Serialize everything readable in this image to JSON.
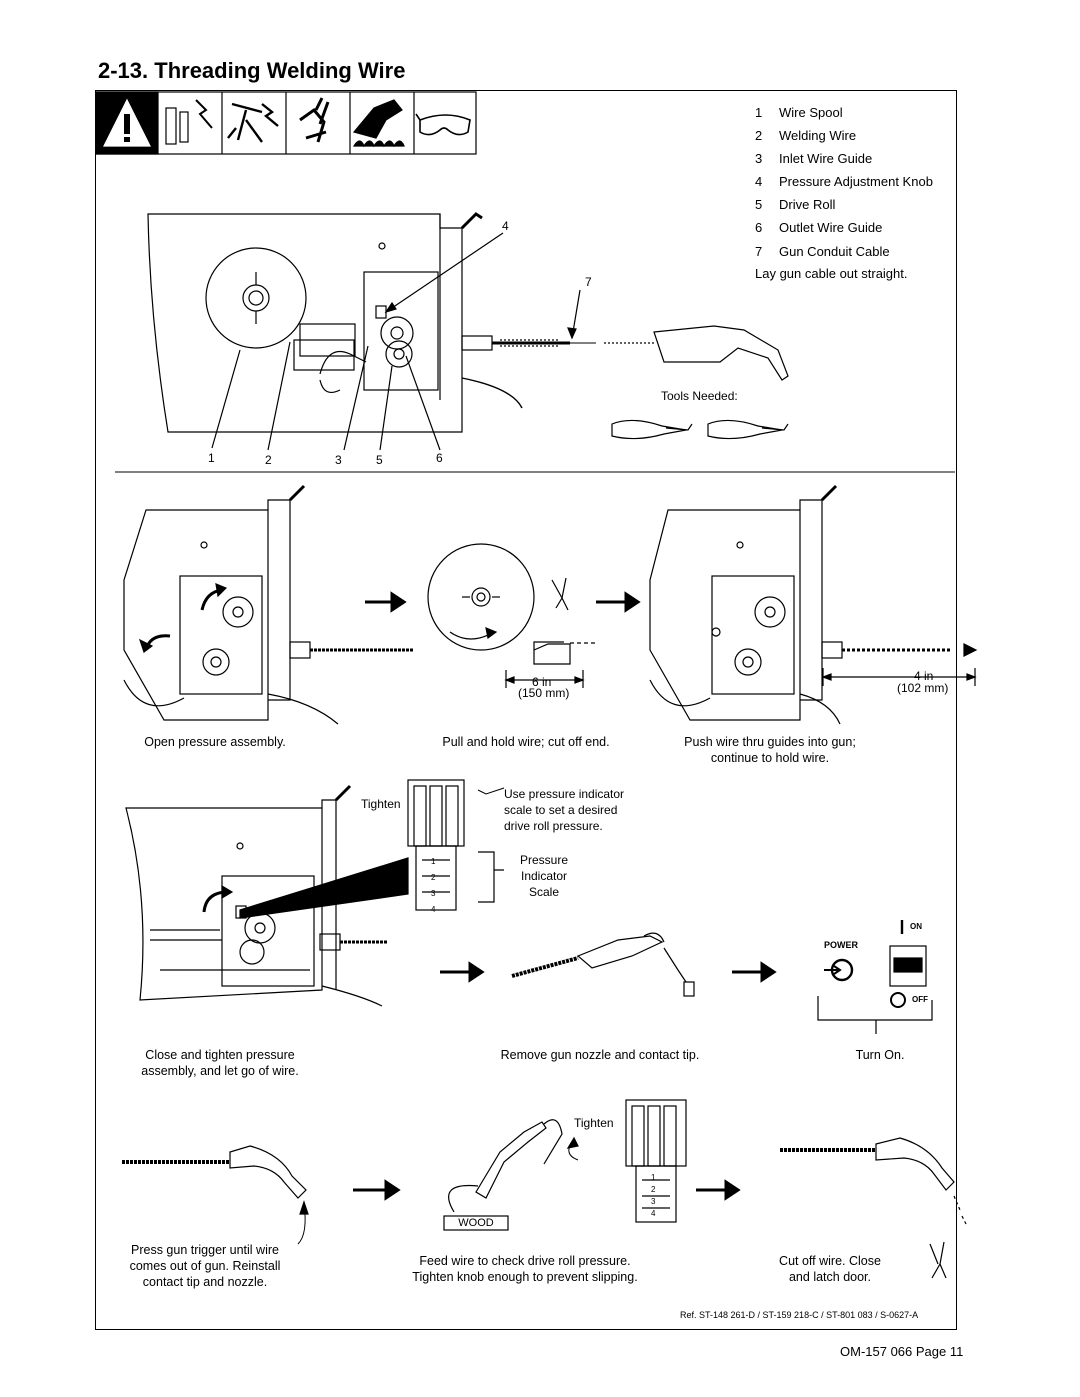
{
  "title": "2-13. Threading Welding Wire",
  "legend": [
    {
      "num": "1",
      "text": "Wire Spool"
    },
    {
      "num": "2",
      "text": "Welding Wire"
    },
    {
      "num": "3",
      "text": "Inlet Wire Guide"
    },
    {
      "num": "4",
      "text": "Pressure Adjustment Knob"
    },
    {
      "num": "5",
      "text": "Drive Roll"
    },
    {
      "num": "6",
      "text": "Outlet Wire Guide"
    },
    {
      "num": "7",
      "text": "Gun Conduit Cable"
    }
  ],
  "legend_note": "Lay gun cable out straight.",
  "tools_needed": "Tools Needed:",
  "callouts": {
    "c1": "1",
    "c2": "2",
    "c3": "3",
    "c4": "4",
    "c5": "5",
    "c6": "6",
    "c7": "7"
  },
  "steps": {
    "open": "Open pressure assembly.",
    "pull": "Pull and hold wire; cut off end.",
    "push_1": "Push wire thru guides into gun;",
    "push_2": "continue to hold wire.",
    "close_1": "Close and tighten pressure",
    "close_2": "assembly, and let go of wire.",
    "remove": "Remove gun nozzle and contact tip.",
    "turn_on": "Turn On.",
    "press_1": "Press gun trigger until wire",
    "press_2": "comes out of gun. Reinstall",
    "press_3": "contact tip and nozzle.",
    "feed_1": "Feed wire to check drive roll pressure.",
    "feed_2": "Tighten knob enough to prevent slipping.",
    "cut_1": "Cut off wire. Close",
    "cut_2": "and latch door."
  },
  "dims": {
    "six_in": "6 in",
    "six_mm": "(150 mm)",
    "four_in": "4 in",
    "four_mm": "(102 mm)"
  },
  "tighten": "Tighten",
  "note_1": "Use pressure indicator",
  "note_2": "scale to set a desired",
  "note_3": "drive roll pressure.",
  "pressure_label_1": "Pressure",
  "pressure_label_2": "Indicator",
  "pressure_label_3": "Scale",
  "scale_marks": [
    "1",
    "2",
    "3",
    "4"
  ],
  "power_label": "POWER",
  "on_label": "ON",
  "off_label": "OFF",
  "switch_on_mark": "I",
  "wood_label": "WOOD",
  "reference": "Ref. ST-148 261-D / ST-159 218-C / ST-801 083 / S-0627-A",
  "page_footer": "OM-157 066 Page 11"
}
